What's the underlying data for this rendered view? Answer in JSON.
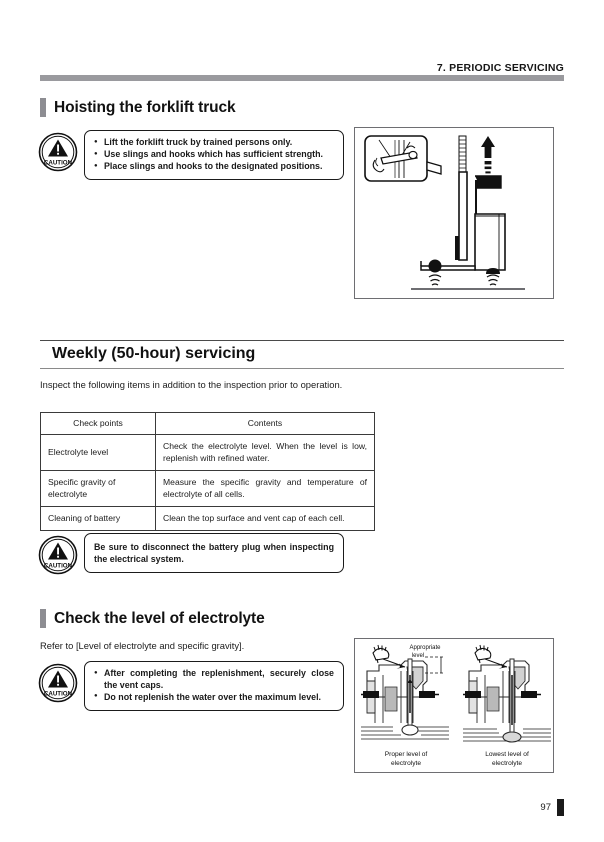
{
  "header": {
    "chapter_title": "7. PERIODIC SERVICING",
    "rule_color": "#9a9a9e"
  },
  "sections": {
    "hoisting": {
      "heading": "Hoisting the forklift truck",
      "caution": {
        "icon_label": "CAUTION",
        "items": [
          "Lift the forklift truck by trained persons only.",
          "Use slings and hooks which has sufficient strength.",
          "Place slings and hooks to the designated positions."
        ]
      },
      "figure_name": "forklift-hoisting-illustration"
    },
    "weekly": {
      "heading": "Weekly (50-hour) servicing",
      "intro": "Inspect the following items in addition to the inspection prior to operation.",
      "table": {
        "columns": [
          "Check points",
          "Contents"
        ],
        "rows": [
          {
            "check_point": "Electrolyte level",
            "contents": "Check the electrolyte level. When the level is low, replenish with refined water."
          },
          {
            "check_point": "Specific gravity of electrolyte",
            "contents": "Measure the specific gravity and temperature of electrolyte of all cells."
          },
          {
            "check_point": "Cleaning of battery",
            "contents": "Clean the top surface and vent cap of each cell."
          }
        ]
      },
      "caution": {
        "icon_label": "CAUTION",
        "text": "Be sure to disconnect the battery plug when inspecting the electrical system."
      }
    },
    "electrolyte": {
      "heading": "Check the level of electrolyte",
      "intro": "Refer to [Level of electrolyte and specific gravity].",
      "caution": {
        "icon_label": "CAUTION",
        "items": [
          "After completing the replenishment, securely close the vent caps.",
          "Do not replenish the water over the maximum level."
        ]
      },
      "figure": {
        "name": "electrolyte-level-illustration",
        "appropriate_level_label": "Appropriate level",
        "left_caption_line1": "Proper level of",
        "left_caption_line2": "electrolyte",
        "right_caption_line1": "Lowest level of",
        "right_caption_line2": "electrolyte"
      }
    }
  },
  "footer": {
    "page_number": "97"
  }
}
